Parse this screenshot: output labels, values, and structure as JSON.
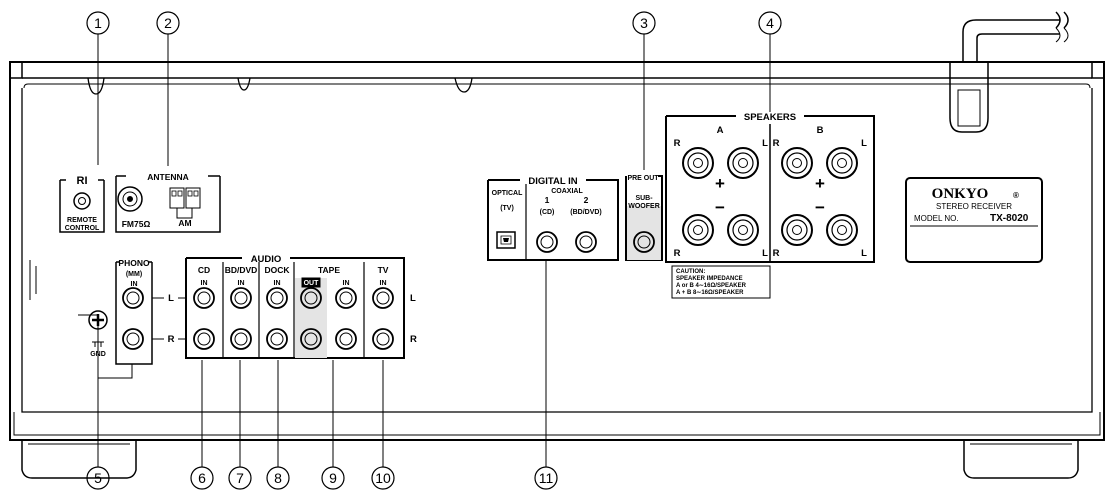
{
  "callouts": [
    "①",
    "②",
    "③",
    "④",
    "⑤",
    "⑥",
    "⑦",
    "⑧",
    "⑨",
    "⑩",
    "⑪"
  ],
  "ri": {
    "logo": "RI",
    "remote_l1": "REMOTE",
    "remote_l2": "CONTROL"
  },
  "antenna": {
    "title": "ANTENNA",
    "fm": "FM75Ω",
    "am": "AM"
  },
  "phono": {
    "title": "PHONO",
    "mm": "(MM)",
    "in": "IN",
    "gnd": "GND"
  },
  "audio": {
    "title": "AUDIO",
    "side_l": "L",
    "side_r": "R",
    "cd": "CD",
    "bddvd": "BD/DVD",
    "dock": "DOCK",
    "tape": "TAPE",
    "tv": "TV",
    "in": "IN",
    "out": "OUT"
  },
  "digital": {
    "title": "DIGITAL IN",
    "optical": "OPTICAL",
    "tv": "(TV)",
    "coaxial": "COAXIAL",
    "n1": "1",
    "n2": "2",
    "cd": "(CD)",
    "bddvd": "(BD/DVD)"
  },
  "preout": {
    "title": "PRE OUT",
    "sub1": "SUB-",
    "sub2": "WOOFER"
  },
  "speakers": {
    "title": "SPEAKERS",
    "a": "A",
    "b": "B",
    "r": "R",
    "l": "L",
    "plus": "+",
    "minus": "−"
  },
  "caution": {
    "l1": "CAUTION:",
    "l2": "SPEAKER IMPEDANCE",
    "l3": "A or B 4∼16Ω/SPEAKER",
    "l4": "A + B 8∼16Ω/SPEAKER"
  },
  "brand": {
    "name": "ONKYO",
    "mark": "®",
    "product": "STEREO RECEIVER",
    "model_prefix": "MODEL NO.",
    "model": "TX-8020"
  }
}
